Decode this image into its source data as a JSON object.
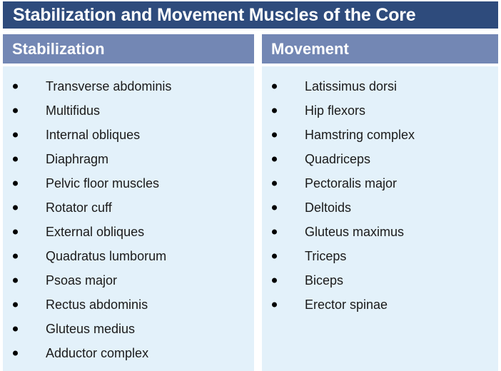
{
  "title": "Stabilization and Movement Muscles of the Core",
  "colors": {
    "title_bar": "#2e4b7c",
    "column_header": "#7387b4",
    "panel_background": "#e3f1fa",
    "page_background": "#ffffff",
    "text": "#1a1a1a",
    "header_text": "#ffffff",
    "bullet": "#000000"
  },
  "columns": [
    {
      "header": "Stabilization",
      "items": [
        "Transverse abdominis",
        "Multifidus",
        "Internal obliques",
        "Diaphragm",
        "Pelvic floor muscles",
        "Rotator cuff",
        "External obliques",
        "Quadratus lumborum",
        "Psoas major",
        "Rectus abdominis",
        "Gluteus medius",
        "Adductor complex"
      ]
    },
    {
      "header": "Movement",
      "items": [
        "Latissimus dorsi",
        "Hip flexors",
        "Hamstring complex",
        "Quadriceps",
        "Pectoralis major",
        "Deltoids",
        "Gluteus maximus",
        "Triceps",
        "Biceps",
        "Erector spinae"
      ]
    }
  ]
}
